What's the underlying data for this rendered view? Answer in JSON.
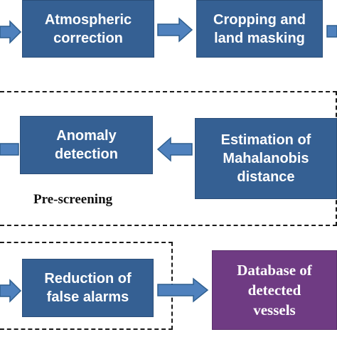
{
  "nodes": {
    "atmospheric": [
      "Atmospheric",
      "correction"
    ],
    "cropping": [
      "Cropping and",
      "land masking"
    ],
    "anomaly": [
      "Anomaly",
      "detection"
    ],
    "mahalanobis": [
      "Estimation of",
      "Mahalanobis",
      "distance"
    ],
    "reduction": [
      "Reduction of",
      "false alarms"
    ],
    "database": [
      "Database of",
      "detected",
      "vessels"
    ]
  },
  "groups": {
    "prescreening_label": "Pre-screening"
  },
  "colors": {
    "box_blue": "#356093",
    "box_purple": "#6f3b83",
    "arrow_fill": "#4f81bd",
    "arrow_stroke": "#2f5f8f"
  }
}
